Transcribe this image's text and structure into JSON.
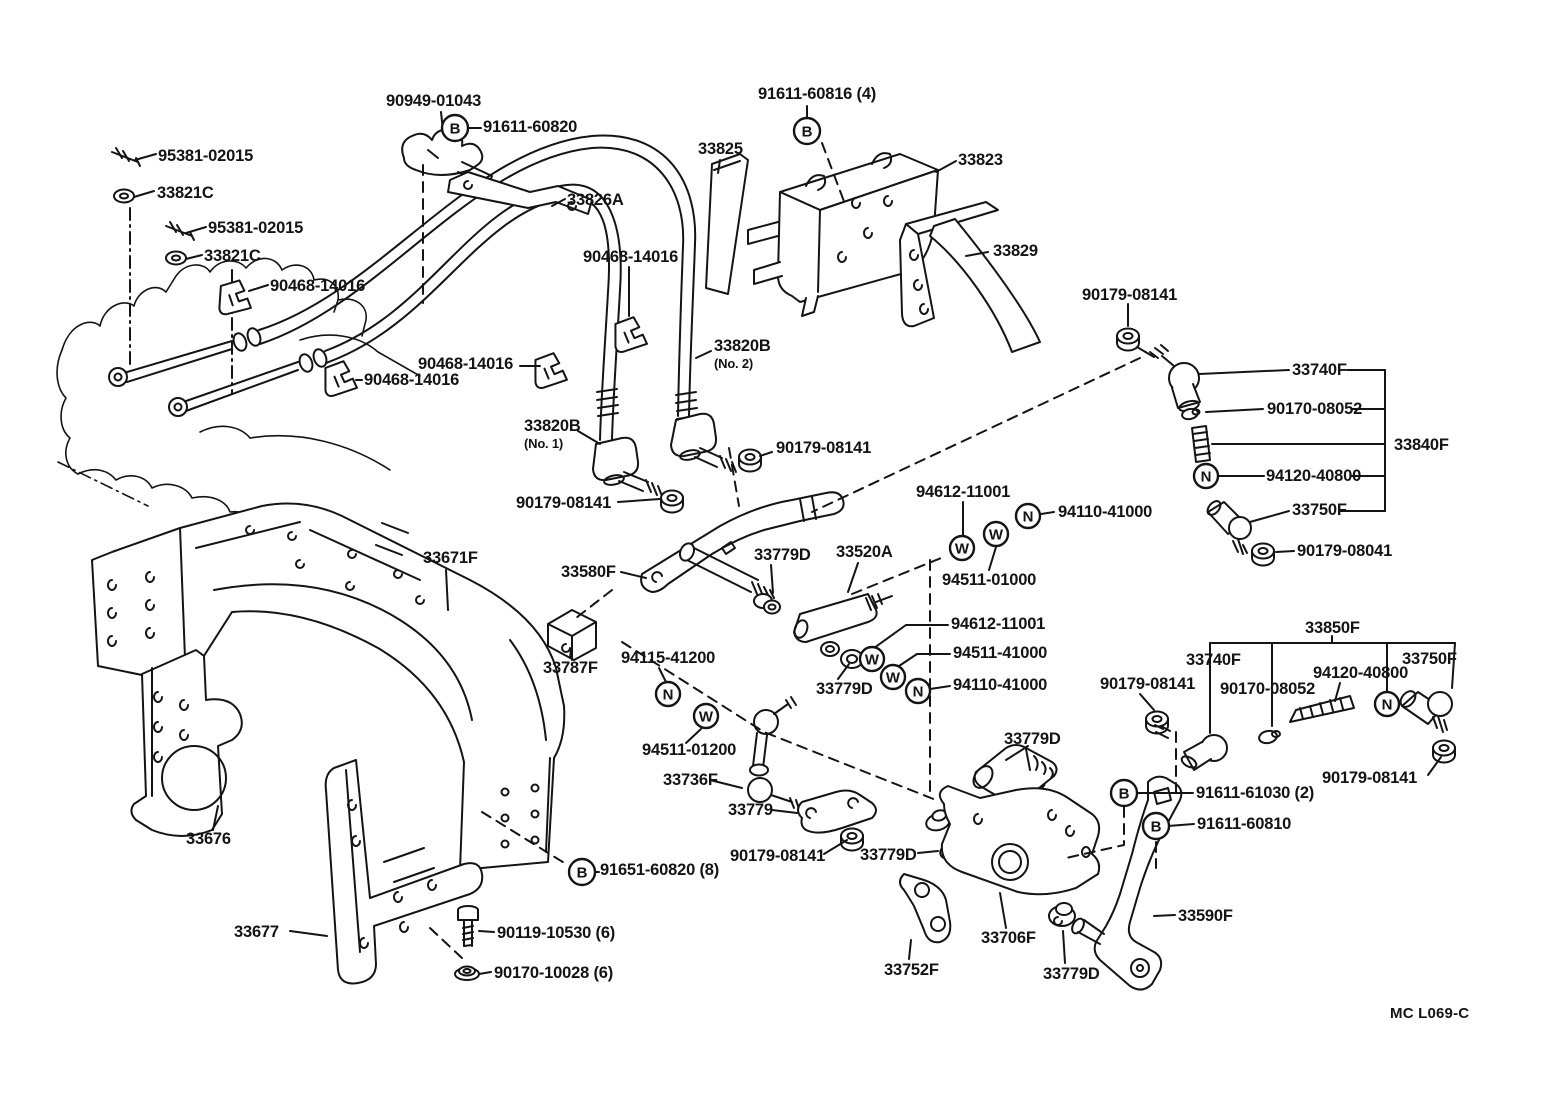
{
  "diagram": {
    "title": "shift lever and retainer parts diagram",
    "footer_code": "MC L069-C",
    "bg_color": "#ffffff",
    "line_color": "#141414"
  },
  "glyphs": {
    "B": "B",
    "N": "N",
    "W": "W"
  },
  "labels": [
    {
      "text": "95381-02015"
    },
    {
      "text": "33821C"
    },
    {
      "text": "95381-02015"
    },
    {
      "text": "33821C"
    },
    {
      "text": "90468-14016"
    },
    {
      "text": "90949-01043"
    },
    {
      "text": "91611-60820"
    },
    {
      "text": "33826A"
    },
    {
      "text": "90468-14016"
    },
    {
      "text": "33825"
    },
    {
      "text": "91611-60816 (4)"
    },
    {
      "text": "33823"
    },
    {
      "text": "33829"
    },
    {
      "text": "90179-08141"
    },
    {
      "text": "33740F"
    },
    {
      "text": "90170-08052"
    },
    {
      "text": "33840F"
    },
    {
      "text": "94120-40800"
    },
    {
      "text": "33750F"
    },
    {
      "text": "90179-08041"
    },
    {
      "text": "90468-14016"
    },
    {
      "text": "90468-14016"
    },
    {
      "text": "33820B"
    },
    {
      "text": "(No. 2)"
    },
    {
      "text": "33820B"
    },
    {
      "text": "(No. 1)"
    },
    {
      "text": "90179-08141"
    },
    {
      "text": "90179-08141"
    },
    {
      "text": "94612-11001"
    },
    {
      "text": "94110-41000"
    },
    {
      "text": "94511-01000"
    },
    {
      "text": "33671F"
    },
    {
      "text": "33580F"
    },
    {
      "text": "33779D"
    },
    {
      "text": "33520A"
    },
    {
      "text": "94612-11001"
    },
    {
      "text": "94511-41000"
    },
    {
      "text": "94110-41000"
    },
    {
      "text": "33787F"
    },
    {
      "text": "94115-41200"
    },
    {
      "text": "33779D"
    },
    {
      "text": "94511-01200"
    },
    {
      "text": "33736F"
    },
    {
      "text": "33779"
    },
    {
      "text": "90179-08141"
    },
    {
      "text": "33779D"
    },
    {
      "text": "33779D"
    },
    {
      "text": "33850F"
    },
    {
      "text": "33740F"
    },
    {
      "text": "90179-08141"
    },
    {
      "text": "90170-08052"
    },
    {
      "text": "94120-40800"
    },
    {
      "text": "33750F"
    },
    {
      "text": "90179-08141"
    },
    {
      "text": "91611-61030 (2)"
    },
    {
      "text": "91611-60810"
    },
    {
      "text": "33676"
    },
    {
      "text": "33677"
    },
    {
      "text": "91651-60820 (8)"
    },
    {
      "text": "90119-10530 (6)"
    },
    {
      "text": "90170-10028 (6)"
    },
    {
      "text": "33752F"
    },
    {
      "text": "33706F"
    },
    {
      "text": "33779D"
    },
    {
      "text": "33590F"
    }
  ]
}
